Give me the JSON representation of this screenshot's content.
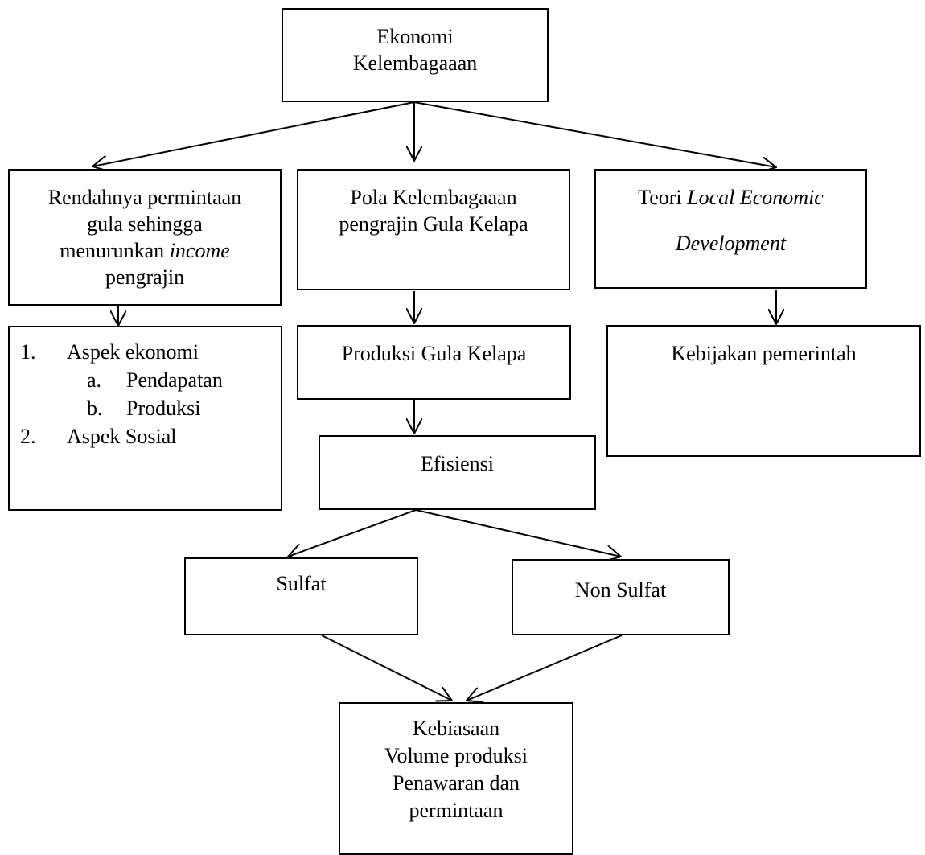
{
  "nodes": {
    "root": [
      "Ekonomi",
      "Kelembagaaan"
    ],
    "left_top": {
      "line1": "Rendahnya permintaan",
      "line2": "gula sehingga",
      "line3_pre": "menurunkan ",
      "line3_em": "income",
      "line4": "pengrajin"
    },
    "mid_top": [
      "Pola Kelembagaaan",
      "pengrajin Gula Kelapa"
    ],
    "right_top": {
      "line1_pre": "Teori ",
      "line1_em": "Local Economic",
      "line2_em": "Development"
    },
    "left_list": {
      "item1_num": "1.",
      "item1": "Aspek ekonomi",
      "sub_a_num": "a.",
      "sub_a": "Pendapatan",
      "sub_b_num": "b.",
      "sub_b": "Produksi",
      "item2_num": "2.",
      "item2": "Aspek Sosial"
    },
    "mid_produksi": "Produksi Gula Kelapa",
    "right_kebijakan": "Kebijakan pemerintah",
    "efisiensi": "Efisiensi",
    "sulfat": "Sulfat",
    "non_sulfat": "Non Sulfat",
    "bottom": [
      "Kebiasaan",
      "Volume produksi",
      "Penawaran dan",
      "permintaan"
    ]
  }
}
